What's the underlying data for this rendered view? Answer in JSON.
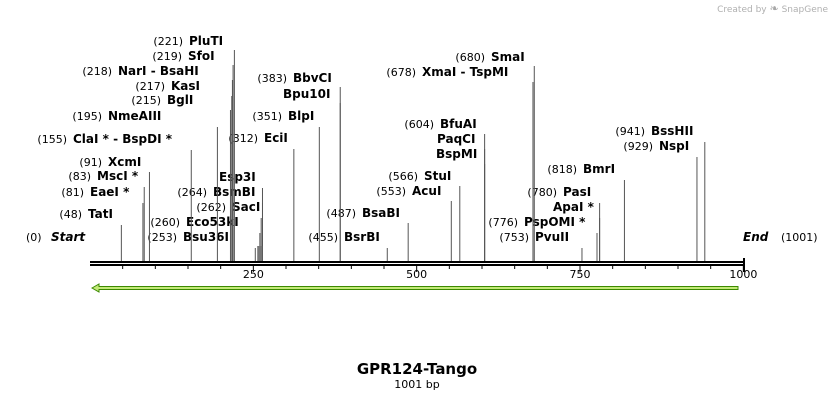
{
  "credit": {
    "prefix": "Created by",
    "brand": "SnapGene"
  },
  "title": "GPR124-Tango",
  "subtitle": "1001 bp",
  "map": {
    "length": 1001,
    "start_label": "Start",
    "start_pos": "(0)",
    "end_label": "End",
    "end_pos": "(1001)",
    "ticks": [
      250,
      500,
      750,
      1000
    ],
    "feature_color": "#c3e978",
    "feature_stroke": "#3c8a00"
  },
  "sites": [
    {
      "pos": 48,
      "pos_label": "(48)",
      "name": "TatI"
    },
    {
      "pos": 81,
      "pos_label": "(81)",
      "name": "EaeI *"
    },
    {
      "pos": 83,
      "pos_label": "(83)",
      "name": "MscI *"
    },
    {
      "pos": 91,
      "pos_label": "(91)",
      "name": "XcmI"
    },
    {
      "pos": 155,
      "pos_label": "(155)",
      "name": "ClaI * - BspDI *"
    },
    {
      "pos": 195,
      "pos_label": "(195)",
      "name": "NmeAIII"
    },
    {
      "pos": 215,
      "pos_label": "(215)",
      "name": "BglI"
    },
    {
      "pos": 217,
      "pos_label": "(217)",
      "name": "KasI"
    },
    {
      "pos": 218,
      "pos_label": "(218)",
      "name": "NarI - BsaHI"
    },
    {
      "pos": 219,
      "pos_label": "(219)",
      "name": "SfoI"
    },
    {
      "pos": 221,
      "pos_label": "(221)",
      "name": "PluTI"
    },
    {
      "pos": 253,
      "pos_label": "(253)",
      "name": "Bsu36I"
    },
    {
      "pos": 260,
      "pos_label": "(260)",
      "name": "Eco53kI"
    },
    {
      "pos": 262,
      "pos_label": "(262)",
      "name": "SacI"
    },
    {
      "pos": 264,
      "pos_label": "(264)",
      "name": "BsmBI"
    },
    {
      "pos": 264,
      "pos_label": "",
      "name": "Esp3I"
    },
    {
      "pos": 312,
      "pos_label": "(312)",
      "name": "EciI"
    },
    {
      "pos": 351,
      "pos_label": "(351)",
      "name": "BlpI"
    },
    {
      "pos": 383,
      "pos_label": "",
      "name": "Bpu10I"
    },
    {
      "pos": 383,
      "pos_label": "(383)",
      "name": "BbvCI"
    },
    {
      "pos": 455,
      "pos_label": "(455)",
      "name": "BsrBI"
    },
    {
      "pos": 487,
      "pos_label": "(487)",
      "name": "BsaBI"
    },
    {
      "pos": 553,
      "pos_label": "(553)",
      "name": "AcuI"
    },
    {
      "pos": 566,
      "pos_label": "(566)",
      "name": "StuI"
    },
    {
      "pos": 604,
      "pos_label": "",
      "name": "BspMI"
    },
    {
      "pos": 604,
      "pos_label": "",
      "name": "PaqCI"
    },
    {
      "pos": 604,
      "pos_label": "(604)",
      "name": "BfuAI"
    },
    {
      "pos": 678,
      "pos_label": "(678)",
      "name": "XmaI - TspMI"
    },
    {
      "pos": 680,
      "pos_label": "(680)",
      "name": "SmaI"
    },
    {
      "pos": 753,
      "pos_label": "(753)",
      "name": "PvuII"
    },
    {
      "pos": 776,
      "pos_label": "(776)",
      "name": "PspOMI *"
    },
    {
      "pos": 780,
      "pos_label": "",
      "name": "ApaI *"
    },
    {
      "pos": 780,
      "pos_label": "(780)",
      "name": "PasI"
    },
    {
      "pos": 818,
      "pos_label": "(818)",
      "name": "BmrI"
    },
    {
      "pos": 929,
      "pos_label": "(929)",
      "name": "NspI"
    },
    {
      "pos": 941,
      "pos_label": "(941)",
      "name": "BssHII"
    }
  ]
}
